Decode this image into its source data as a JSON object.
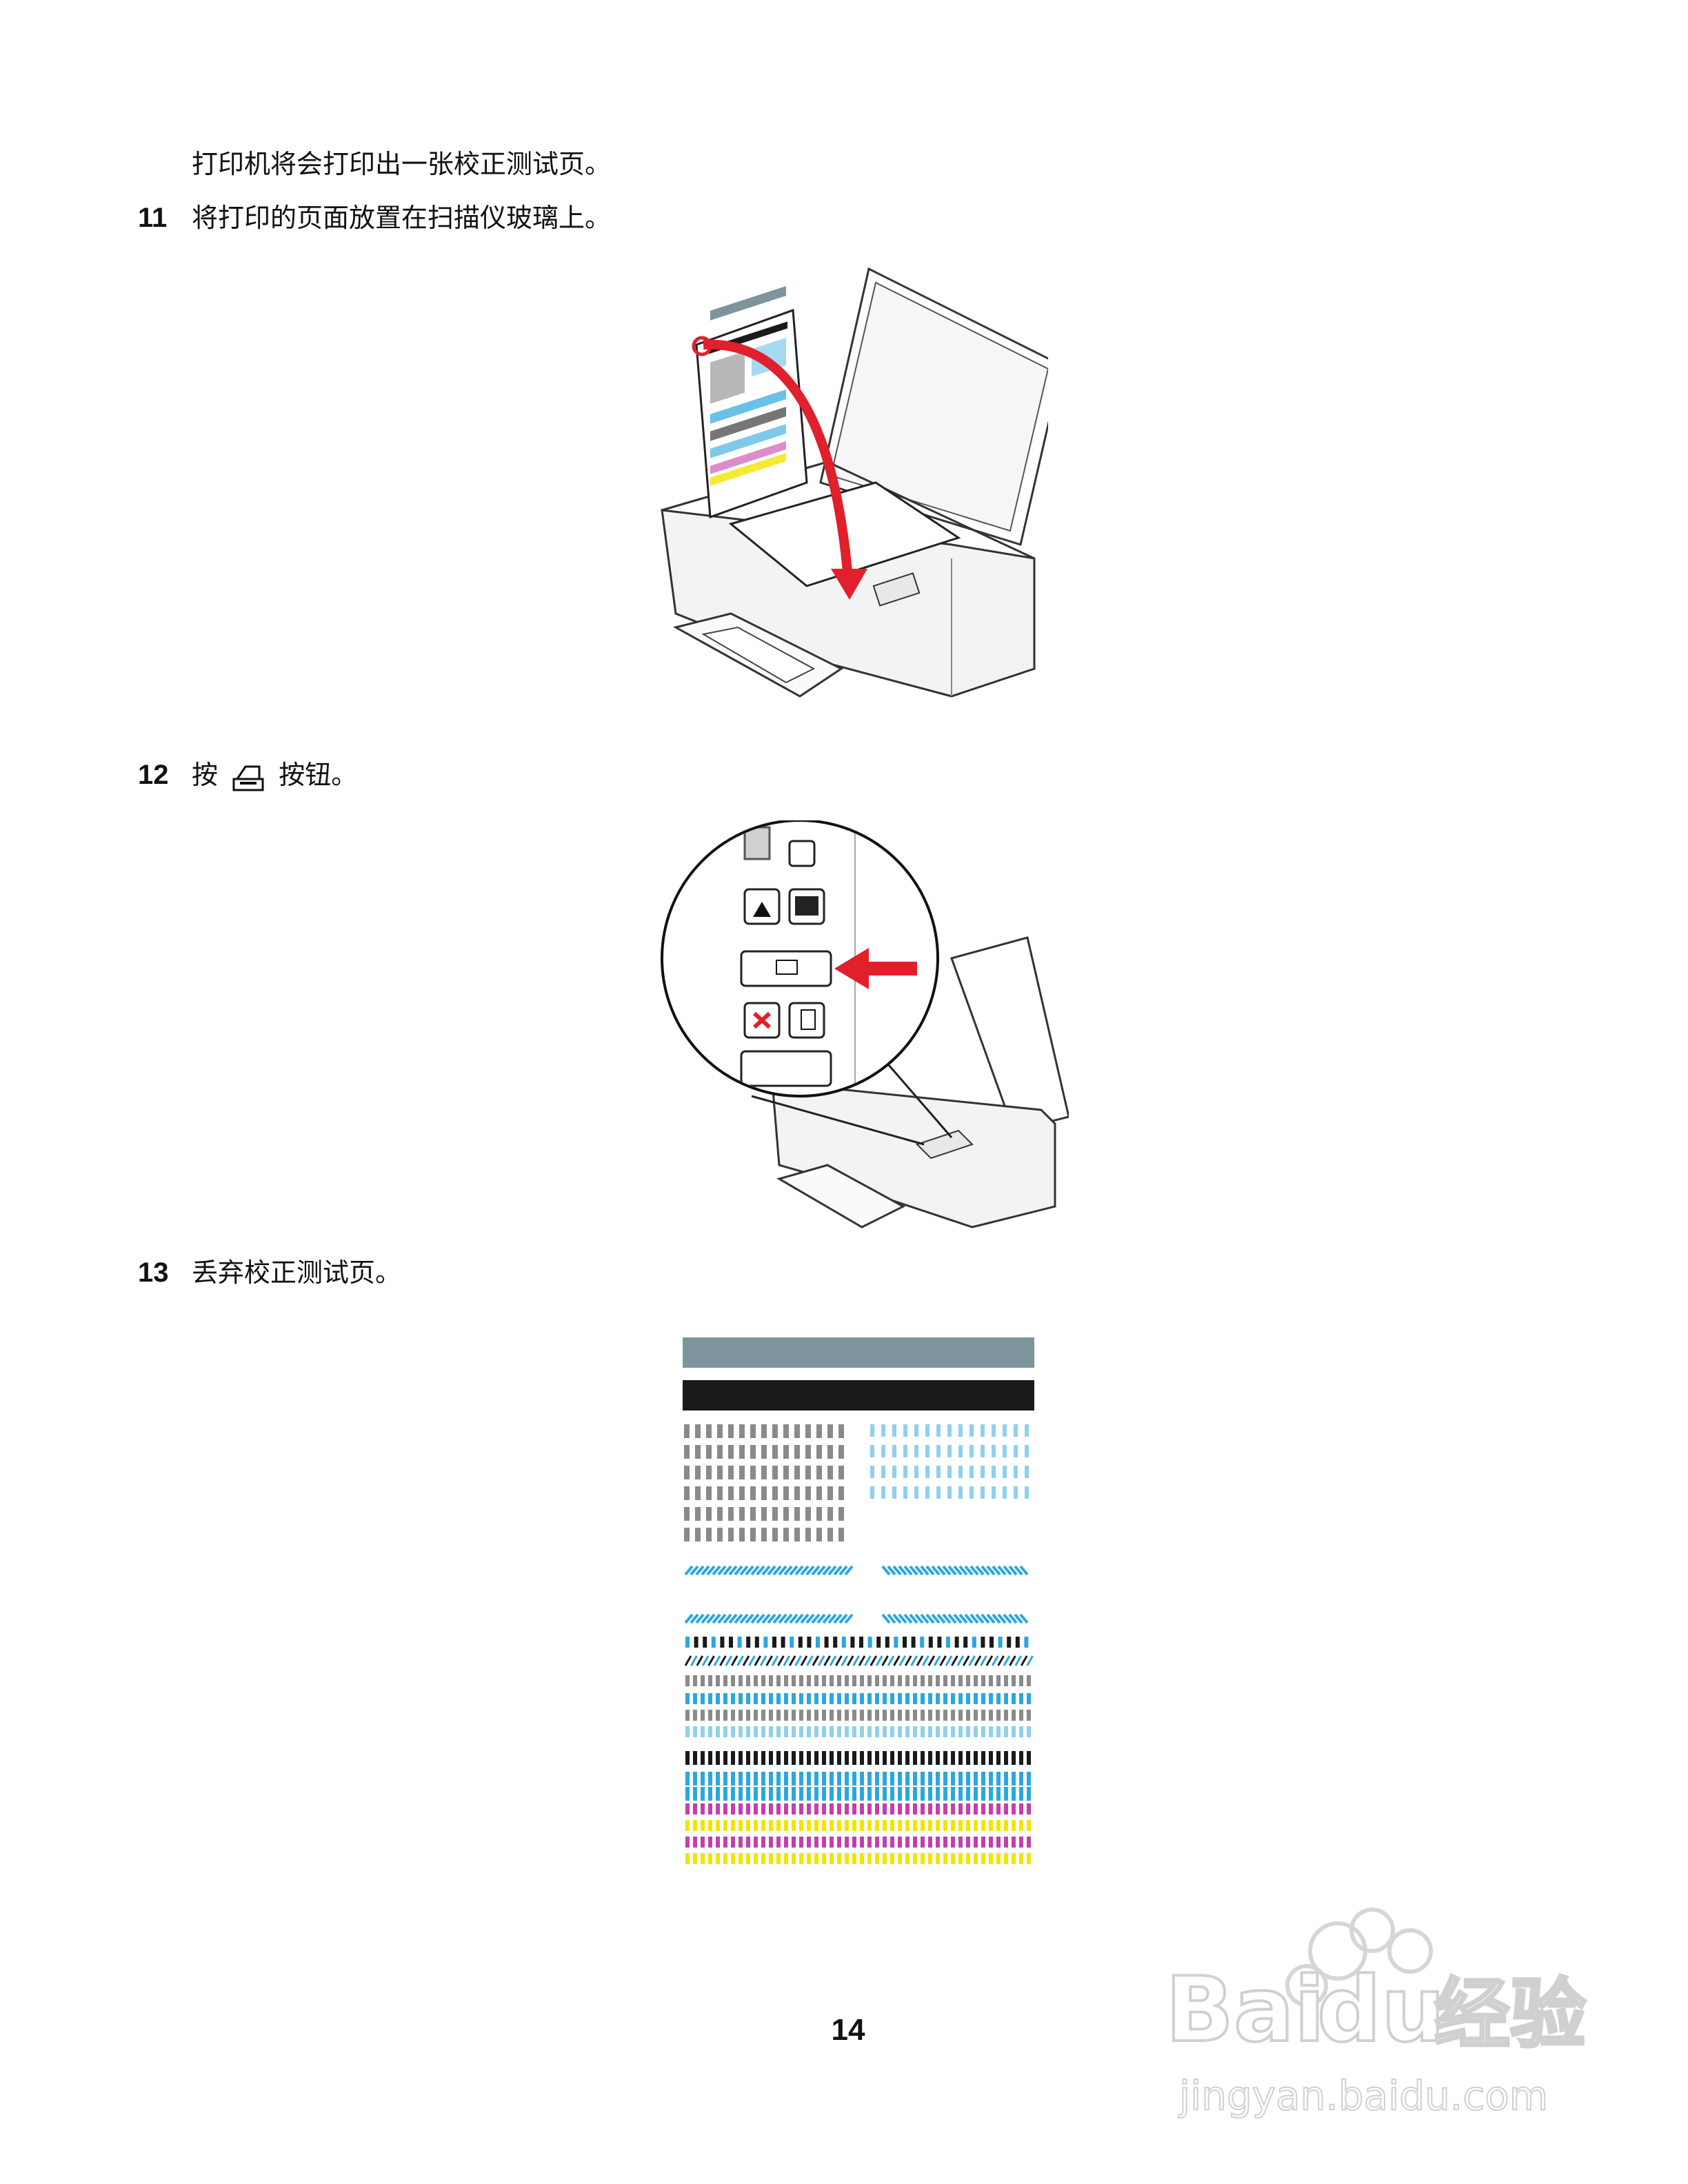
{
  "steps": {
    "intro": "打印机将会打印出一张校正测试页。",
    "s11": {
      "num": "11",
      "text": "将打印的页面放置在扫描仪玻璃上。"
    },
    "s12": {
      "num": "12",
      "pre": "按",
      "post": "按钮。",
      "icon": "scan-button-icon"
    },
    "s13": {
      "num": "13",
      "text": "丢弃校正测试页。"
    }
  },
  "page_number": "14",
  "watermark": {
    "brand": "Baidu经验",
    "url": "jingyan.baidu.com"
  },
  "colors": {
    "red_arrow": "#e0202c",
    "cyan": "#2aa7e0",
    "light_cyan": "#8fd0ee",
    "magenta": "#c43fa8",
    "yellow": "#f2e500",
    "black": "#1a1a1a",
    "gray": "#8a8a8a",
    "slate": "#7d949c"
  }
}
